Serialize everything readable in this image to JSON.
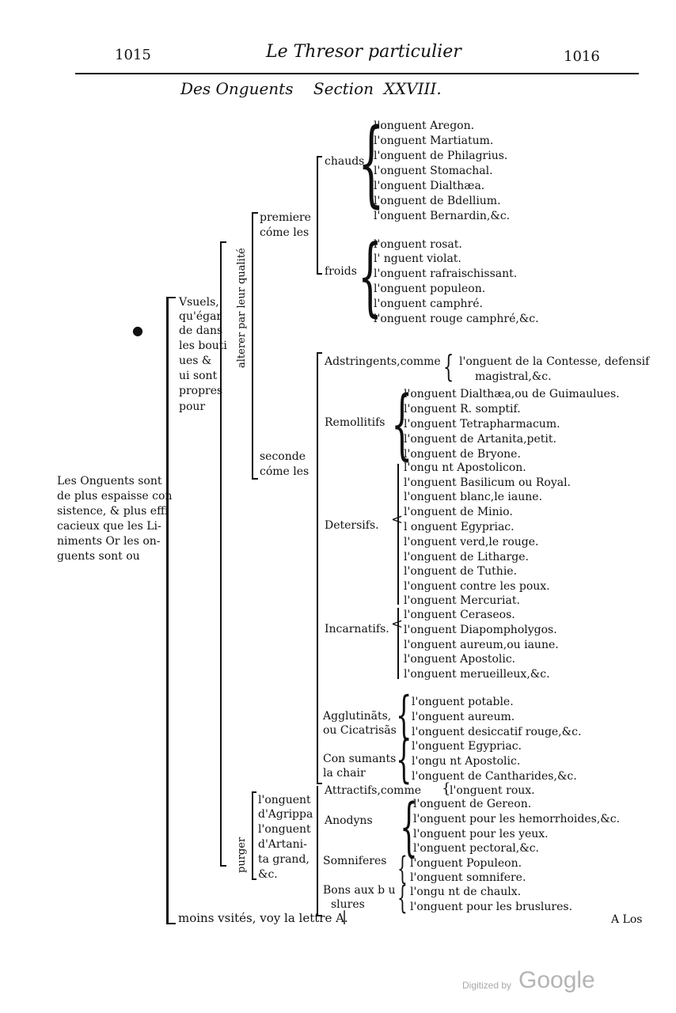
{
  "header": {
    "page_left": "1015",
    "running_title": "Le Thresor particulier",
    "page_right": "1016",
    "section_heading": "Des Onguents    Section  XXVIII."
  },
  "root": {
    "description": [
      "Les Onguents sont",
      "de plus espaisse con",
      "sistence, & plus effi",
      "cacieux que les Li-",
      "niments Or les on-",
      "guents sont ou"
    ],
    "bottom_note": "moins vsités, voy la lettre A.",
    "catchword": "A Los"
  },
  "usuels": {
    "label": [
      "Vsuels,",
      "qu'égar",
      "de dans",
      "les bouti",
      "ues &",
      "ui sont",
      "propres",
      "pour"
    ],
    "alterer": {
      "label": "alterer par leur qualité",
      "premiere": {
        "label": [
          "premiere",
          "cóme les"
        ],
        "chauds": {
          "label": "chauds",
          "items": [
            "l'onguent Aregon.",
            "l'onguent Martiatum.",
            "l'onguent de Philagrius.",
            "l'onguent Stomachal.",
            "l'onguent Dialthæa.",
            "l'onguent de Bdellium.",
            "l'onguent Bernardin,&c."
          ]
        },
        "froids": {
          "label": "froids",
          "items": [
            "l'onguent rosat.",
            "l' nguent violat.",
            "l'onguent rafraischissant.",
            "l'onguent populeon.",
            "l'onguent camphré.",
            "l'onguent rouge camphré,&c."
          ]
        }
      },
      "seconde": {
        "label": [
          "seconde",
          "cóme les"
        ],
        "adstringents": {
          "label": "Adstringents,comme",
          "items": [
            "l'onguent de la Contesse, defensif",
            "magistral,&c."
          ]
        },
        "remollitifs": {
          "label": "Remollitifs",
          "items": [
            "l'onguent Dialthæa,ou de Guimaulues.",
            "l'onguent R. somptif.",
            "l'onguent Tetrapharmacum.",
            "l'onguent de Artanita,petit.",
            "l'onguent de Bryone."
          ]
        },
        "detersifs": {
          "label": "Detersifs.",
          "items": [
            "l'ongu nt Apostolicon.",
            "l'onguent Basilicum ou Royal.",
            "l'onguent blanc,le iaune.",
            "l'onguent de Minio.",
            "l onguent Egypriac.",
            "l'onguent verd,le rouge.",
            "l'onguent de Litharge.",
            "l'onguent de Tuthie.",
            "l'onguent contre les poux.",
            "l'onguent Mercuriat."
          ]
        },
        "incarnatifs": {
          "label": "Incarnatifs.",
          "items": [
            "l'onguent Ceraseos.",
            "l'onguent Diapompholygos.",
            "l'onguent aureum,ou iaune.",
            "l'onguent Apostolic.",
            "l'onguent merueilleux,&c."
          ]
        }
      }
    },
    "purger": {
      "label": "purger",
      "sub": [
        "l'onguent",
        "d'Agrippa",
        "l'onguent",
        "d'Artani-",
        "ta grand,",
        "&c."
      ],
      "agglutinatifs": {
        "label": [
          "Agglutinãts,",
          "ou Cicatrisãs"
        ],
        "items": [
          "l'onguent potable.",
          "l'onguent aureum.",
          "l'onguent desiccatif rouge,&c."
        ]
      },
      "consumants": {
        "label": [
          "Con sumants",
          "la chair"
        ],
        "items": [
          "l'onguent Egypriac.",
          "l'ongu nt Apostolic.",
          "l'onguent de Cantharides,&c."
        ]
      },
      "attractifs": {
        "label": "Attractifs,comme",
        "items": [
          "l'onguent roux."
        ]
      },
      "anodyns": {
        "label": "Anodyns",
        "items": [
          "l'onguent de Gereon.",
          "l'onguent pour les hemorrhoides,&c.",
          "l'onguent pour les yeux.",
          "l'onguent pectoral,&c."
        ]
      },
      "somniferes": {
        "label": "Somniferes",
        "items": [
          "l'onguent Populeon.",
          "l'onguent somnifere."
        ]
      },
      "bruslures": {
        "label": [
          "Bons aux b u",
          "slures"
        ],
        "items": [
          "l'ongu nt de chaulx.",
          "l'onguent pour les bruslures."
        ]
      }
    }
  },
  "footer": {
    "digitized_prefix": "Digitized by",
    "google": "Google"
  }
}
